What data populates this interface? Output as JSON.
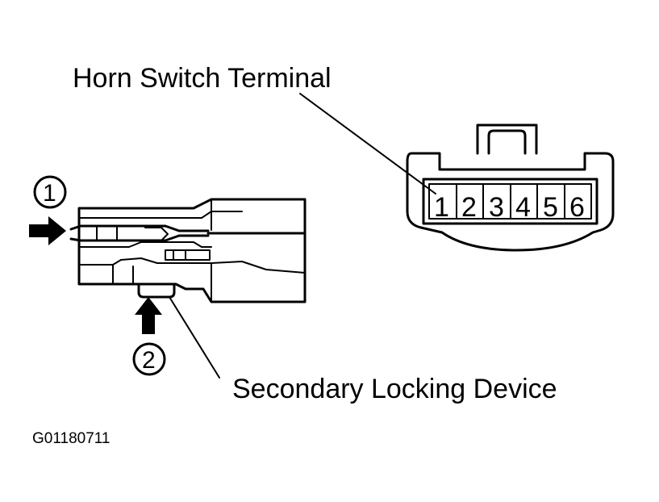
{
  "labels": {
    "horn_switch_terminal": "Horn Switch Terminal",
    "secondary_locking_device": "Secondary Locking Device",
    "figure_code": "G01180711"
  },
  "steps": [
    "1",
    "2"
  ],
  "terminal_pins": [
    "1",
    "2",
    "3",
    "4",
    "5",
    "6"
  ]
}
